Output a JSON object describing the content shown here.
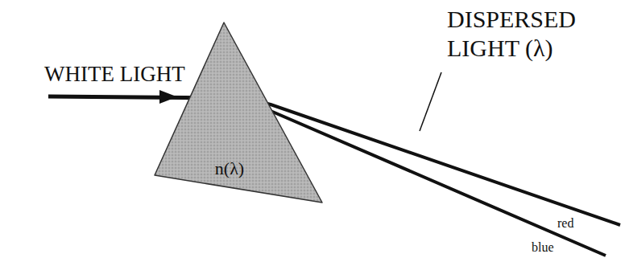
{
  "diagram": {
    "nodes": [
      {
        "text": [
          "n(λ)"
        ]
      }
    ],
    "labels": [
      "WHITE LIGHT",
      "DISPERSED LIGHT (λ)",
      "red",
      "blue"
    ]
  }
}
